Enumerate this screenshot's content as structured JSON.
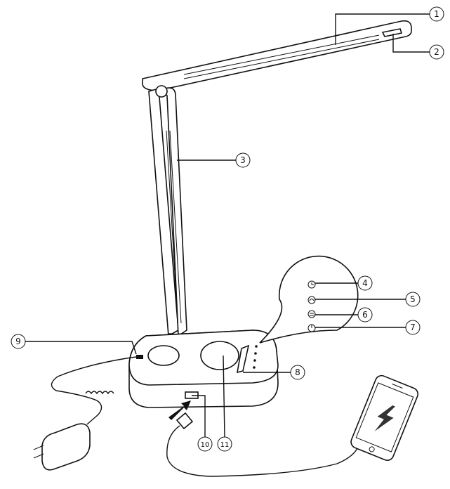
{
  "callouts": [
    {
      "id": "1",
      "label": "①"
    },
    {
      "id": "2",
      "label": "②"
    },
    {
      "id": "3",
      "label": "③"
    },
    {
      "id": "4",
      "label": "④"
    },
    {
      "id": "5",
      "label": "⑤"
    },
    {
      "id": "6",
      "label": "⑥"
    },
    {
      "id": "7",
      "label": "⑦"
    },
    {
      "id": "8",
      "label": "⑧"
    },
    {
      "id": "9",
      "label": "⑨"
    },
    {
      "id": "10",
      "label": "⑩"
    },
    {
      "id": "11",
      "label": "⑪"
    }
  ],
  "icons": {
    "charge_bolt": "lightning-bolt-icon",
    "usb_arrow": "arrow-icon"
  }
}
